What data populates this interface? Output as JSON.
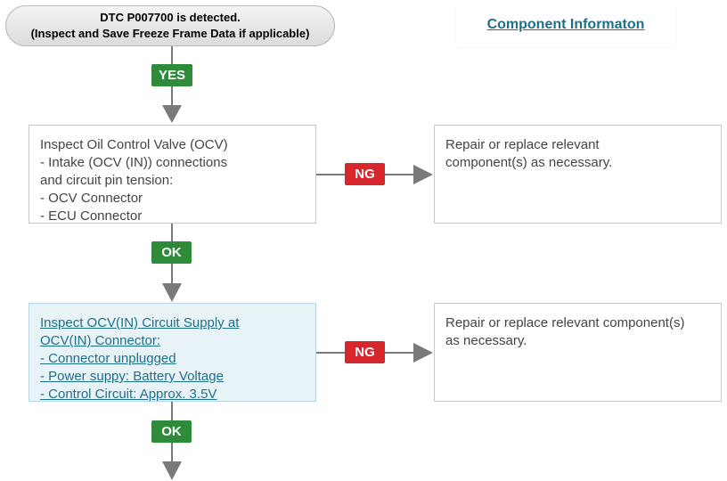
{
  "start": {
    "line1": "DTC P007700 is detected.",
    "line2": "(Inspect and Save Freeze Frame Data if applicable)"
  },
  "component_link": "Component Informaton",
  "badges": {
    "yes": "YES",
    "ok1": "OK",
    "ok2": "OK",
    "ng1": "NG",
    "ng2": "NG"
  },
  "step1": {
    "lines": [
      "Inspect Oil Control Valve (OCV)",
      "- Intake (OCV (IN)) connections",
      "and circuit pin tension:",
      "- OCV Connector",
      "- ECU Connector"
    ]
  },
  "result1": {
    "lines": [
      "Repair or replace relevant",
      "component(s) as necessary."
    ]
  },
  "step2": {
    "lines": [
      "Inspect OCV(IN) Circuit Supply at",
      "OCV(IN) Connector:",
      "- Connector unplugged",
      "- Power suppy: Battery Voltage",
      "- Control Circuit: Approx. 3.5V"
    ]
  },
  "result2": {
    "lines": [
      "Repair or replace relevant component(s)",
      "as necessary."
    ]
  },
  "colors": {
    "ok_green": "#2e8b3a",
    "ng_red": "#d7262c",
    "link_teal": "#1f6f8b",
    "arrow_gray": "#7a7a7a"
  }
}
